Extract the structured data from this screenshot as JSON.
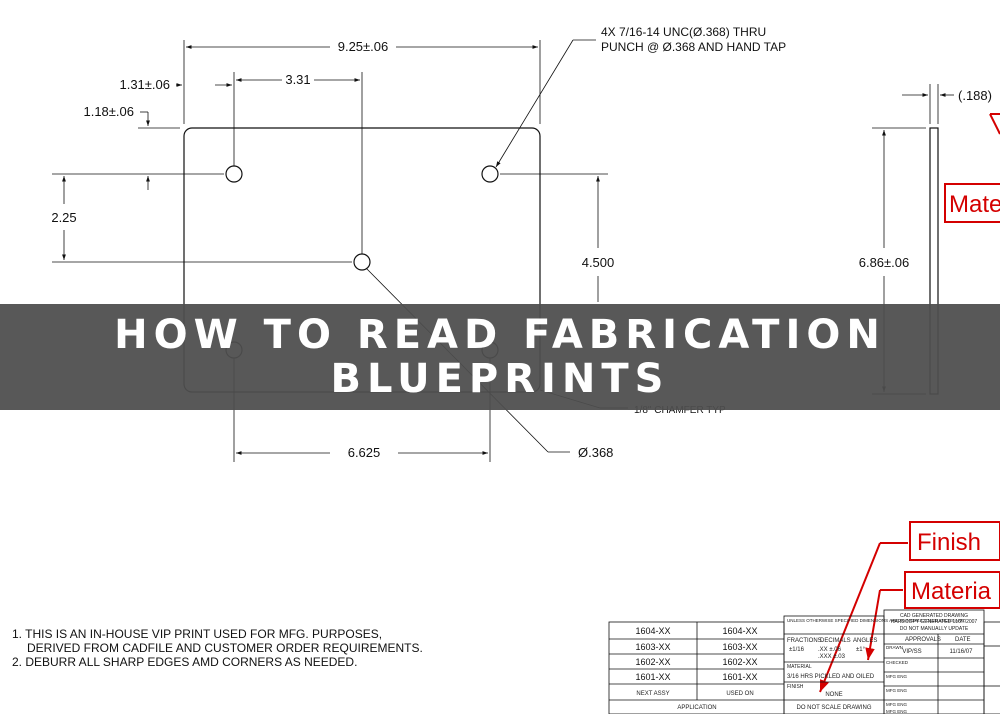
{
  "banner": {
    "title": "HOW TO READ FABRICATION BLUEPRINTS"
  },
  "drawing": {
    "dimensions": {
      "overall_width": "9.25±.06",
      "hole_spacing": "3.31",
      "left_offset": "1.31±.06",
      "top_offset": "1.18±.06",
      "vertical_spacing": "2.25",
      "height_right": "4.500",
      "bottom_spacing": "6.625",
      "hole_diameter": "Ø.368",
      "side_height": "6.86±.06",
      "thickness": "(.188)"
    },
    "callouts": {
      "hole_note_line1": "4X 7/16-14 UNC(Ø.368) THRU",
      "hole_note_line2": "PUNCH @ Ø.368 AND HAND TAP",
      "chamfer": "1/8\" CHAMFER TYP"
    },
    "notes": [
      "1. THIS IS AN IN-HOUSE VIP PRINT USED FOR MFG. PURPOSES,",
      "DERIVED FROM CADFILE AND CUSTOMER ORDER REQUIREMENTS.",
      "2. DEBURR ALL SHARP EDGES AMD CORNERS AS NEEDED."
    ],
    "red_labels": {
      "finish": "Finish",
      "material_lower": "Materia",
      "material_side": "Mate"
    },
    "title_block": {
      "part_rows": [
        [
          "1604-XX",
          "1604-XX"
        ],
        [
          "1603-XX",
          "1603-XX"
        ],
        [
          "1602-XX",
          "1602-XX"
        ],
        [
          "1601-XX",
          "1601-XX"
        ]
      ],
      "next_assy": "NEXT ASSY",
      "used_on": "USED ON",
      "application": "APPLICATION",
      "tolerance_header": "UNLESS OTHERWISE SPECIFIED DIMENSIONS ARE IN INCHES TOLERANCES ARE:",
      "fractions": "FRACTIONS",
      "decimals": "DECIMALS",
      "angles": "ANGLES",
      "frac_val": "±1/16",
      "dec_val1": ".XX ±.06",
      "dec_val2": ".XXX ±.03",
      "ang_val": "±1°",
      "material_label": "MATERIAL",
      "material_value": "3/16 HRS PICKLED AND OILED",
      "finish_label": "FINISH",
      "finish_value": "NONE",
      "do_not_scale": "DO NOT SCALE DRAWING",
      "cad_note1": "CAD GENERATED DRAWING",
      "cad_note2": "HARDCOPY GENERATED 11/27/2007",
      "cad_note3": "DO NOT MANUALLY UPDATE",
      "approvals": "APPROVALS",
      "date": "DATE",
      "drawn": "DRAWN",
      "drawn_by": "VIP/SS",
      "drawn_date": "11/16/07",
      "checked": "CHECKED",
      "mfg_eng1": "MFG ENG",
      "mfg_eng2": "MFG ENG",
      "mfg_eng3": "MFG ENG",
      "mfg_eng4": "MFG ENG"
    }
  }
}
